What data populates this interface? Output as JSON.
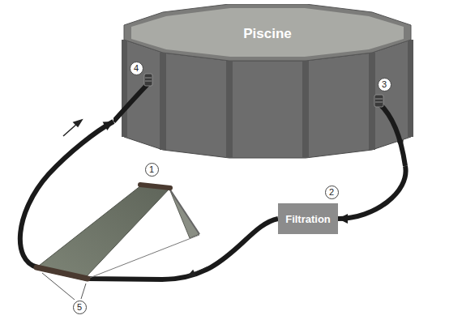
{
  "diagram": {
    "nodes": [
      {
        "text": [
          "Piscine"
        ]
      },
      {
        "text": [
          "Filtration"
        ]
      }
    ],
    "edges": [
      {
        "from": 0,
        "to": 1,
        "arrow": "to"
      },
      {
        "from": 1,
        "to": 0,
        "arrow": "to"
      }
    ],
    "labels": [
      "1",
      "2",
      "3",
      "4",
      "5"
    ]
  }
}
